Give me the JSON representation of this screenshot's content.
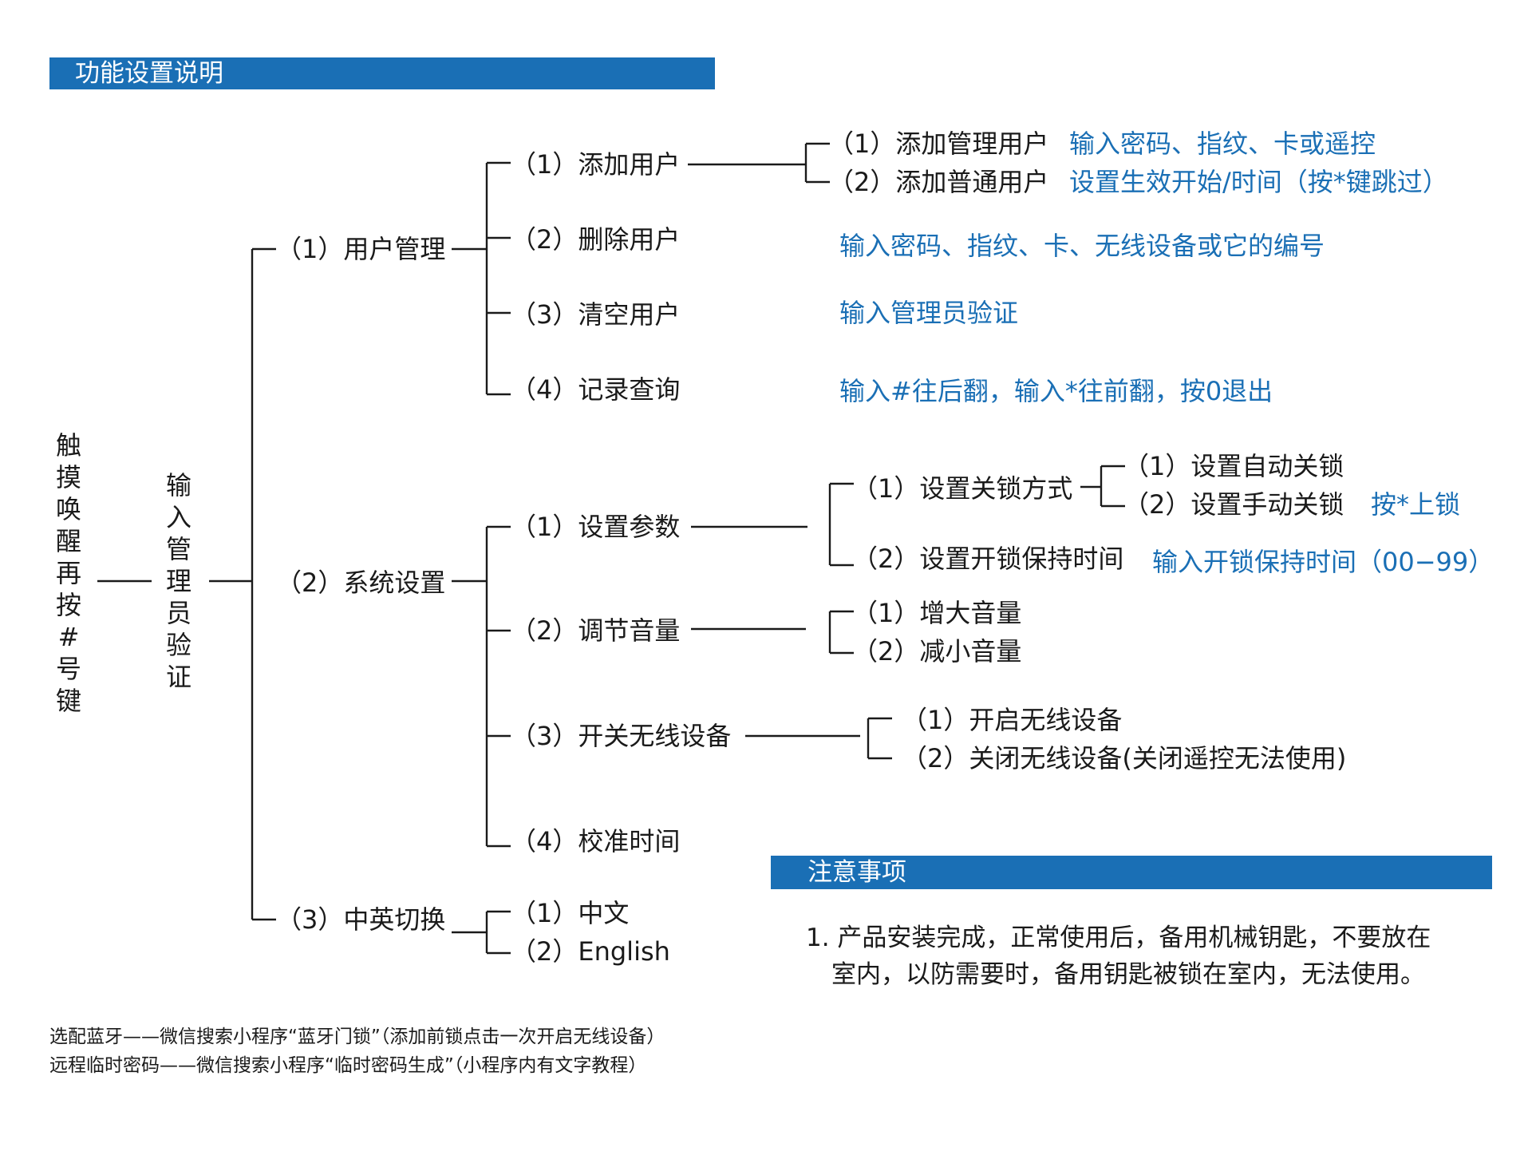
{
  "section_title": "功能设置说明",
  "wake": [
    "触",
    "摸",
    "唤",
    "醒",
    "再",
    "按",
    "#",
    "号",
    "键"
  ],
  "admin": [
    "输",
    "入",
    "管",
    "理",
    "员",
    "验",
    "证"
  ],
  "l1": {
    "user_mgmt": "（1）用户管理",
    "sys_settings": "（2）系统设置",
    "lang_switch": "（3）中英切换"
  },
  "user": {
    "add": "（1）添加用户",
    "delete": "（2）删除用户",
    "clear": "（3）清空用户",
    "records": "（4）记录查询",
    "add_admin": "（1）添加管理用户",
    "add_normal": "（2）添加普通用户",
    "add_admin_hint": "输入密码、指纹、卡或遥控",
    "add_normal_hint": "设置生效开始/时间（按*键跳过）",
    "delete_hint": "输入密码、指纹、卡、无线设备或它的编号",
    "clear_hint": "输入管理员验证",
    "records_hint": "输入#往后翻，输入*往前翻，按0退出"
  },
  "sys": {
    "params": "（1）设置参数",
    "volume": "（2）调节音量",
    "wireless": "（3）开关无线设备",
    "time": "（4）校准时间",
    "lock_mode": "（1）设置关锁方式",
    "auto_lock": "（1）设置自动关锁",
    "manual_lock": "（2）设置手动关锁",
    "manual_lock_hint": "按*上锁",
    "unlock_hold": "（2）设置开锁保持时间",
    "unlock_hold_hint": "输入开锁保持时间（00−99）",
    "vol_up": "（1）增大音量",
    "vol_down": "（2）减小音量",
    "wl_on": "（1）开启无线设备",
    "wl_off": "（2）关闭无线设备(关闭遥控无法使用)"
  },
  "lang": {
    "zh": "（1）中文",
    "en": "（2）English"
  },
  "notes": {
    "title": "注意事项",
    "line1": "1. 产品安装完成，正常使用后，备用机械钥匙，不要放在",
    "line2": "室内，以防需要时，备用钥匙被锁在室内，无法使用。"
  },
  "footer": {
    "line1": "选配蓝牙——微信搜索小程序“蓝牙门锁”（添加前锁点击一次开启无线设备）",
    "line2": "远程临时密码——微信搜索小程序“临时密码生成”（小程序内有文字教程）"
  },
  "colors": {
    "accent": "#1a6fb5",
    "line": "#1a1a1a"
  }
}
